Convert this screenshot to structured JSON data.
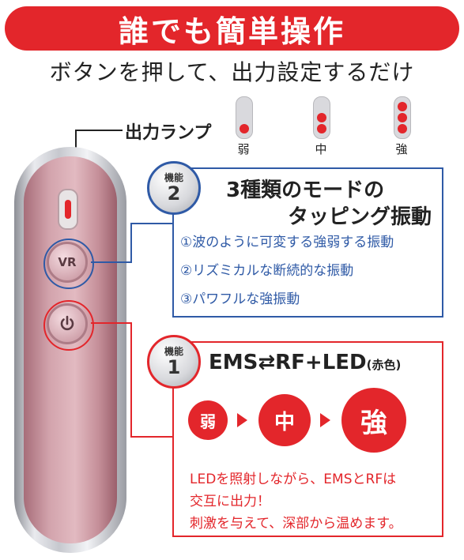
{
  "header": {
    "title": "誰でも簡単操作",
    "subtitle": "ボタンを押して、出力設定するだけ"
  },
  "lamp": {
    "label": "出力ランプ",
    "levels": [
      {
        "caption": "弱",
        "dots": 1
      },
      {
        "caption": "中",
        "dots": 2
      },
      {
        "caption": "強",
        "dots": 3
      }
    ]
  },
  "device": {
    "vr_button": "VR",
    "power_icon": "power-icon"
  },
  "feature2": {
    "badge_label": "機能",
    "badge_number": "2",
    "title_line1": "3種類のモードの",
    "title_line2": "タッピング振動",
    "modes": [
      "①波のように可変する強弱する振動",
      "②リズミカルな断続的な振動",
      "③パワフルな強振動"
    ]
  },
  "feature1": {
    "badge_label": "機能",
    "badge_number": "1",
    "title": "EMS⇄RF+LED",
    "title_note": "(赤色)",
    "levels": [
      "弱",
      "中",
      "強"
    ],
    "description": [
      "LEDを照射しながら、EMSとRFは",
      "交互に出力！",
      "刺激を与えて、深部から温めます。"
    ]
  },
  "colors": {
    "accent_red": "#e3262b",
    "accent_blue": "#2f5aa6"
  }
}
